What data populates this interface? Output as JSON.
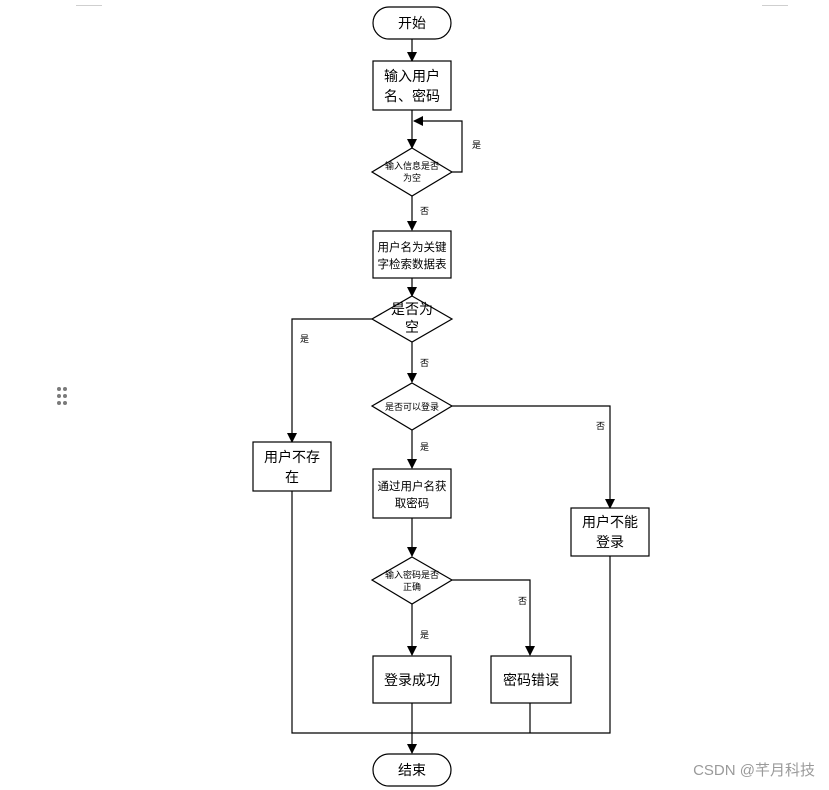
{
  "flow": {
    "start": "开始",
    "input_box": [
      "输入用户",
      "名、密码"
    ],
    "check_empty": [
      "输入信息是否",
      "为空"
    ],
    "search_box": [
      "用户名为关键",
      "字检索数据表"
    ],
    "is_null": [
      "是否为",
      "空"
    ],
    "user_not_exist": [
      "用户不存",
      "在"
    ],
    "can_login": "是否可以登录",
    "get_password": [
      "通过用户名获",
      "取密码"
    ],
    "cannot_login": [
      "用户不能",
      "登录"
    ],
    "password_check": [
      "输入密码是否",
      "正确"
    ],
    "login_success": "登录成功",
    "password_error": "密码错误",
    "end": "结束"
  },
  "edges": {
    "yes": "是",
    "no": "否"
  },
  "colors": {
    "stroke": "#000000",
    "background": "#ffffff",
    "watermark": "#9a9a9a"
  },
  "watermark": "CSDN @芊月科技"
}
